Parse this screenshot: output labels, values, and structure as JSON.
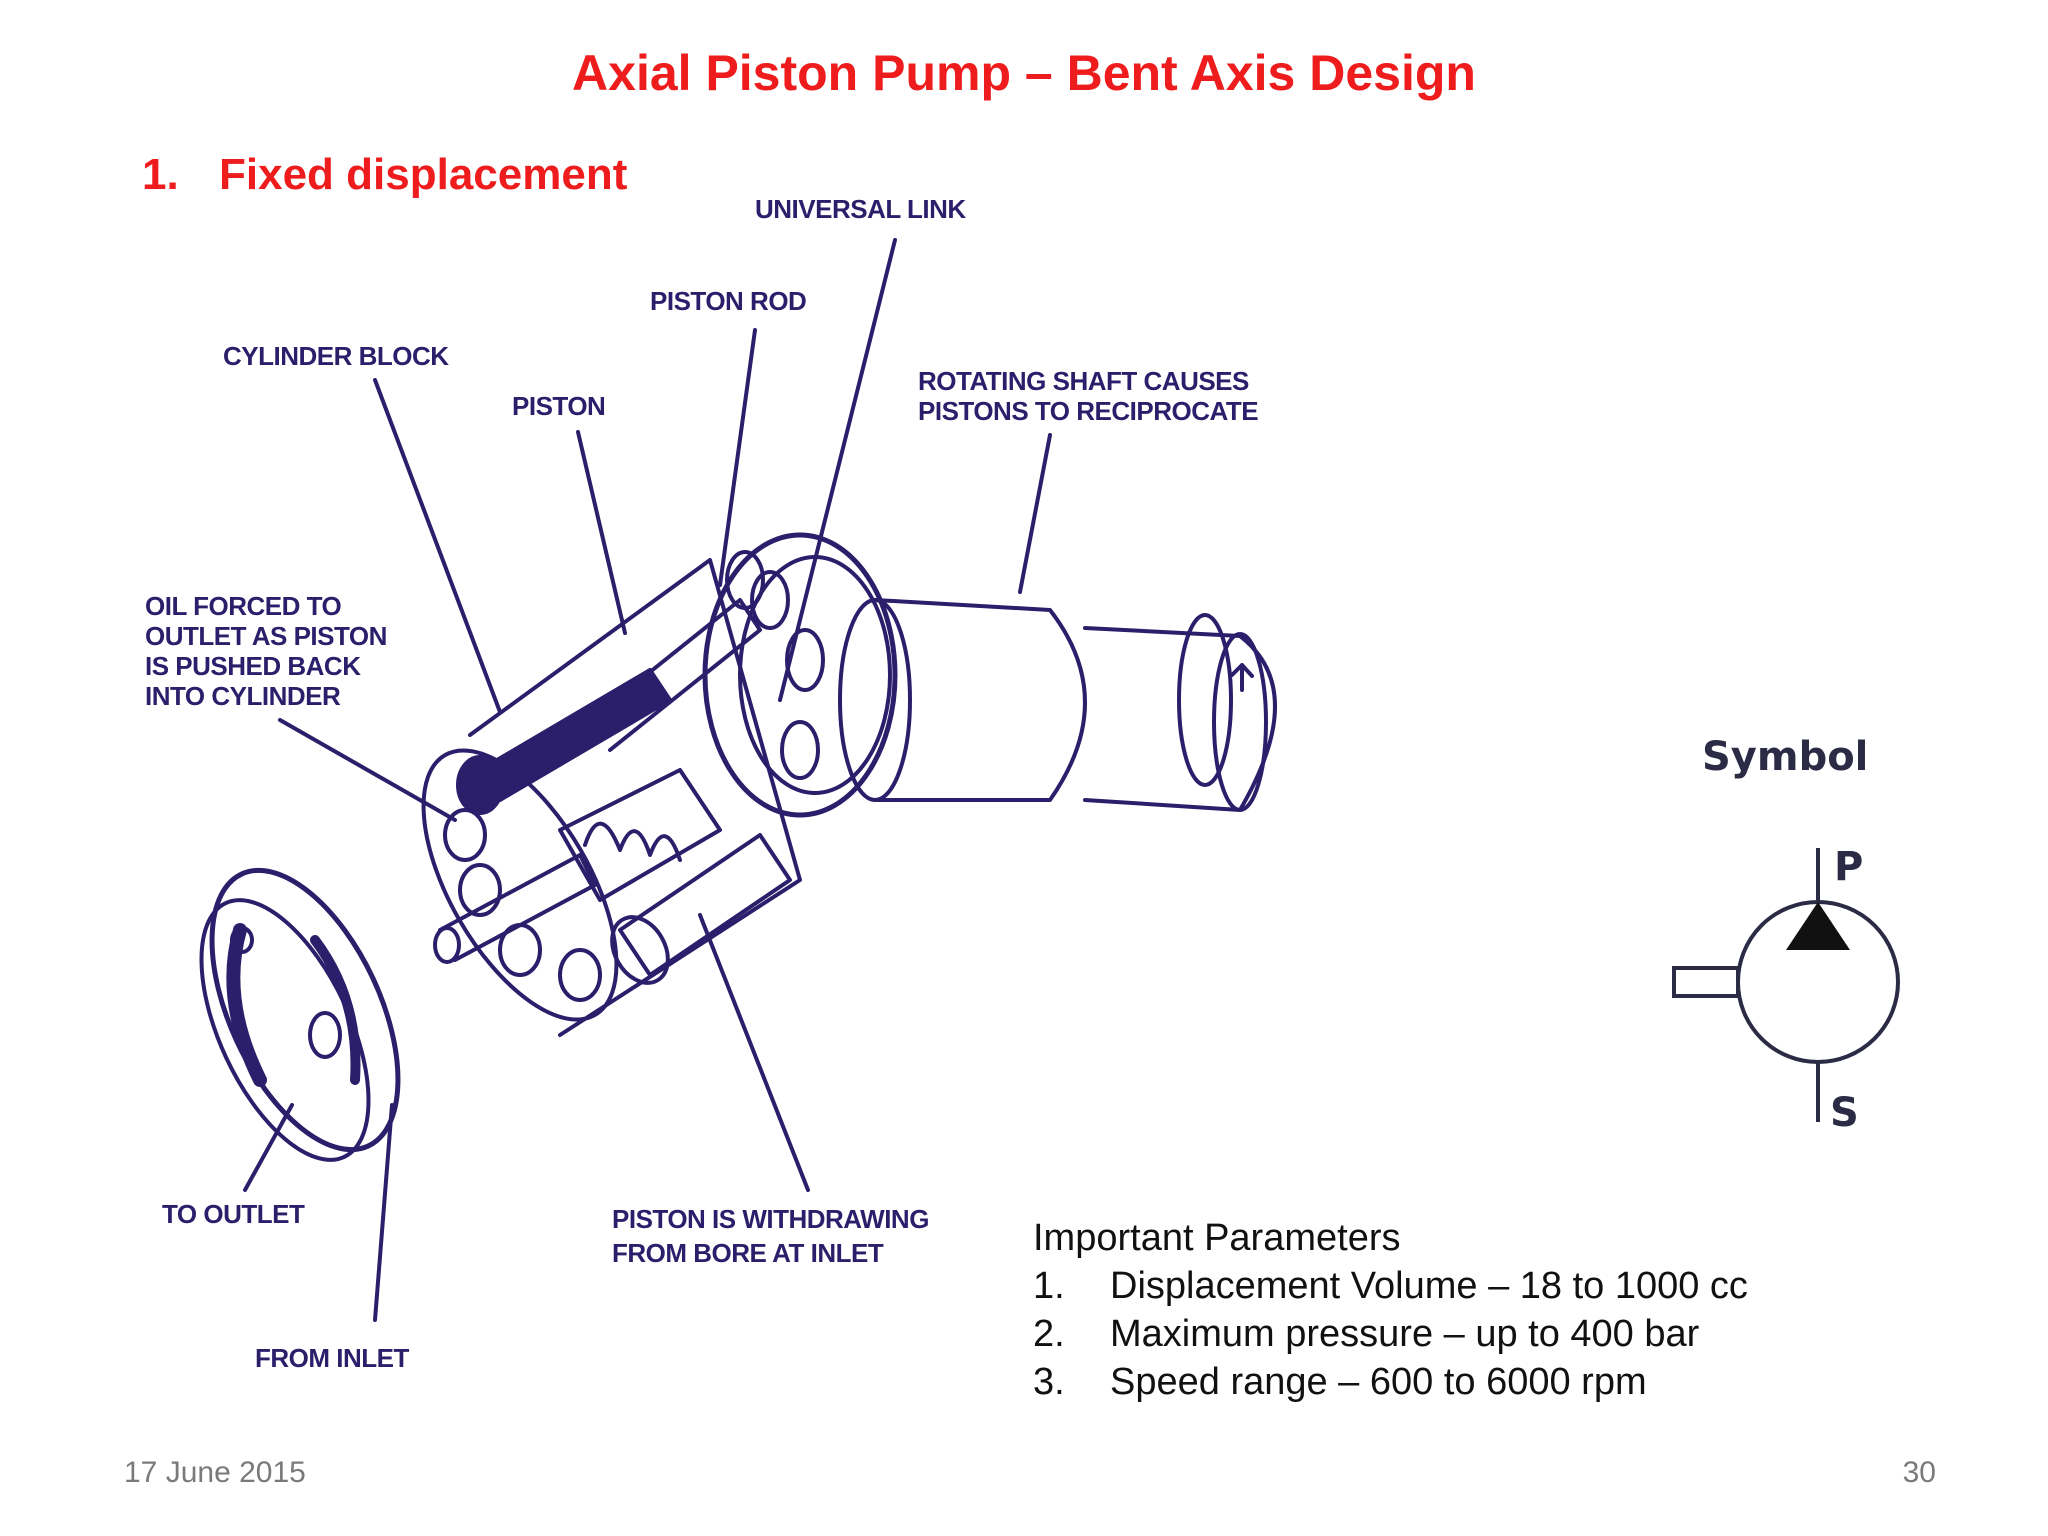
{
  "slide": {
    "title": "Axial Piston Pump – Bent Axis Design",
    "subheading": {
      "number": "1.",
      "text": "Fixed displacement"
    },
    "date": "17 June 2015",
    "page_number": "30"
  },
  "diagram": {
    "labels": {
      "universal_link": "UNIVERSAL LINK",
      "piston_rod": "PISTON ROD",
      "cylinder_block": "CYLINDER BLOCK",
      "piston": "PISTON",
      "rotating_shaft": [
        "ROTATING SHAFT CAUSES",
        "PISTONS TO RECIPROCATE"
      ],
      "oil_forced": [
        "OIL FORCED TO",
        "OUTLET AS PISTON",
        "IS PUSHED BACK",
        "INTO CYLINDER"
      ],
      "to_outlet": "TO OUTLET",
      "from_inlet": "FROM INLET",
      "piston_withdrawing": [
        "PISTON IS WITHDRAWING",
        "FROM BORE AT INLET"
      ]
    },
    "line_color": "#2b1e6b"
  },
  "symbol": {
    "title": "Symbol",
    "port_pressure": "P",
    "port_suction": "S"
  },
  "parameters": {
    "heading": "Important Parameters",
    "items": [
      {
        "number": "1.",
        "text": "Displacement Volume – 18 to 1000 cc"
      },
      {
        "number": "2.",
        "text": "Maximum pressure – up to 400 bar"
      },
      {
        "number": "3.",
        "text": "Speed range – 600 to 6000 rpm"
      }
    ]
  },
  "colors": {
    "title_red": "#ee1c1c",
    "footer_gray": "#7a7a7a"
  }
}
